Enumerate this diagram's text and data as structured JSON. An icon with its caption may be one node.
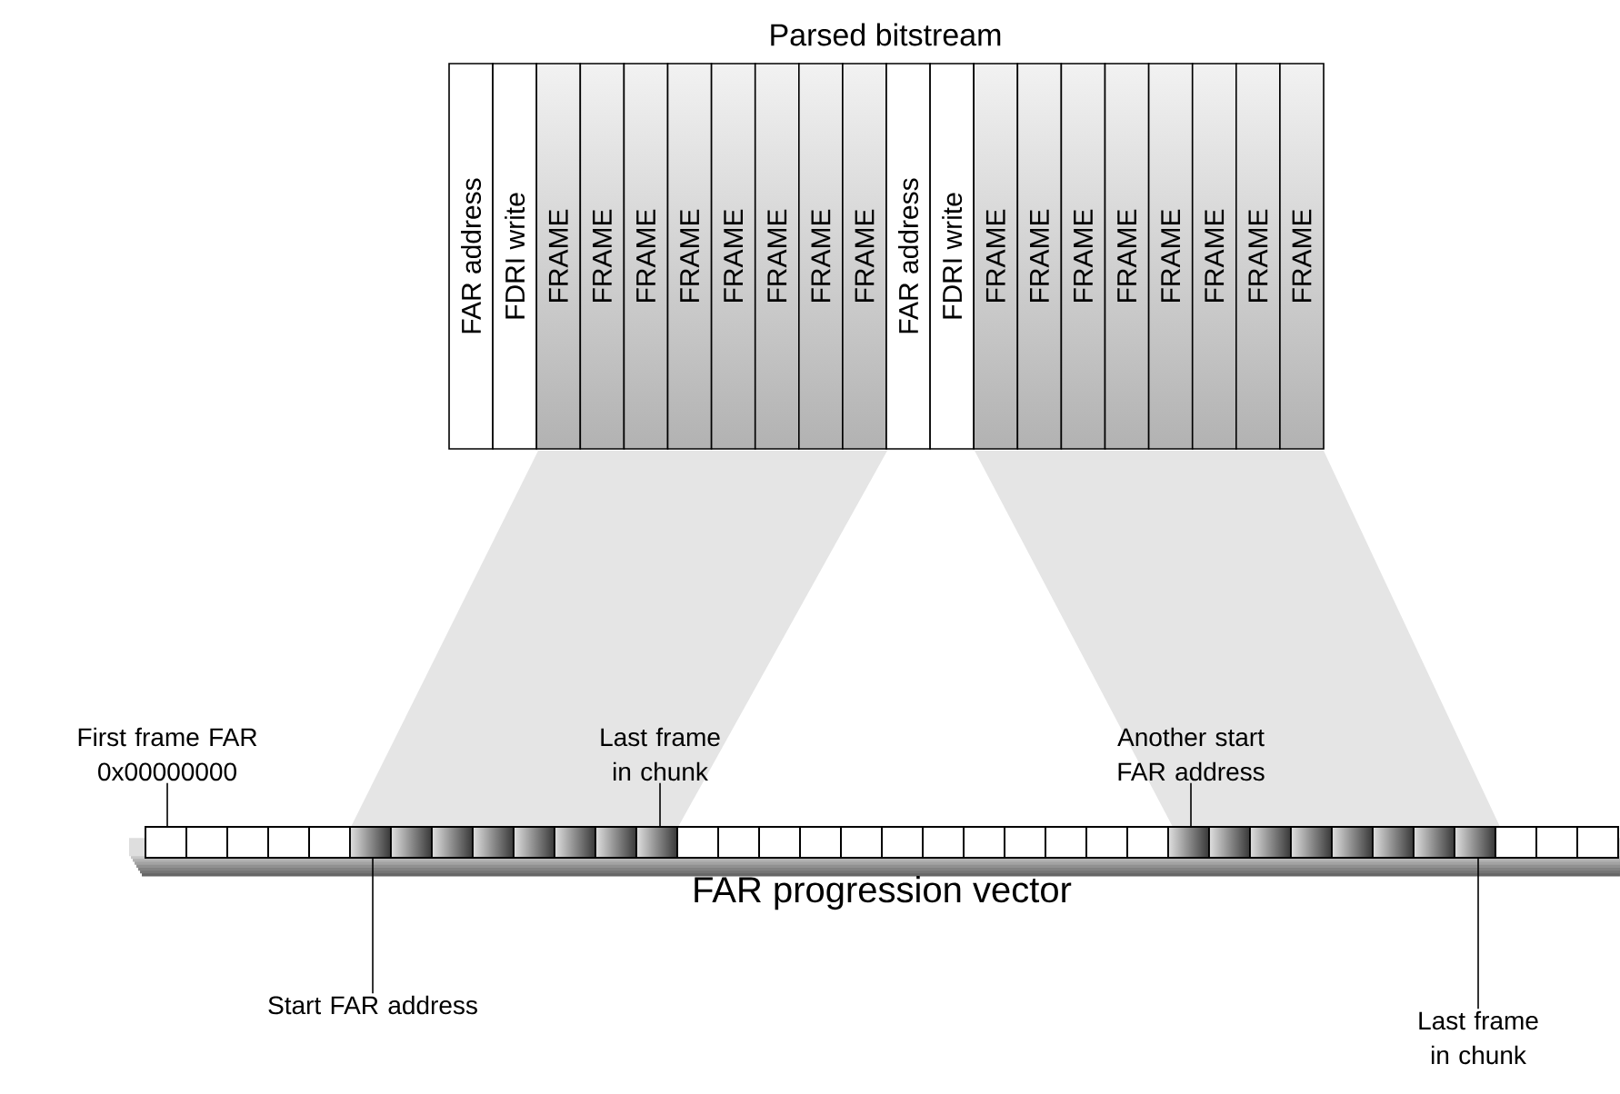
{
  "diagram": {
    "title": "Parsed bitstream",
    "nodes": [
      {
        "text": [
          "FAR address"
        ]
      },
      {
        "text": [
          "FDRI write"
        ]
      },
      {
        "text": [
          "FRAME"
        ]
      },
      {
        "text": [
          "FRAME"
        ]
      },
      {
        "text": [
          "FRAME"
        ]
      },
      {
        "text": [
          "FRAME"
        ]
      },
      {
        "text": [
          "FRAME"
        ]
      },
      {
        "text": [
          "FRAME"
        ]
      },
      {
        "text": [
          "FRAME"
        ]
      },
      {
        "text": [
          "FRAME"
        ]
      },
      {
        "text": [
          "FAR address"
        ]
      },
      {
        "text": [
          "FDRI write"
        ]
      },
      {
        "text": [
          "FRAME"
        ]
      },
      {
        "text": [
          "FRAME"
        ]
      },
      {
        "text": [
          "FRAME"
        ]
      },
      {
        "text": [
          "FRAME"
        ]
      },
      {
        "text": [
          "FRAME"
        ]
      },
      {
        "text": [
          "FRAME"
        ]
      },
      {
        "text": [
          "FRAME"
        ]
      },
      {
        "text": [
          "FRAME"
        ]
      },
      {
        "text": [
          "FAR progression vector"
        ]
      },
      {
        "text": [
          "First frame FAR 0x00000000"
        ]
      },
      {
        "text": [
          "Last frame in chunk"
        ]
      },
      {
        "text": [
          "Another start FAR address"
        ]
      },
      {
        "text": [
          "Start FAR address"
        ]
      },
      {
        "text": [
          "Last frame in chunk"
        ]
      }
    ],
    "edges": [
      {
        "from": 21,
        "to": 20,
        "arrow": "none"
      },
      {
        "from": 22,
        "to": 20,
        "arrow": "none"
      },
      {
        "from": 23,
        "to": 20,
        "arrow": "none"
      },
      {
        "from": 24,
        "to": 20,
        "arrow": "none"
      },
      {
        "from": 25,
        "to": 20,
        "arrow": "none"
      }
    ]
  }
}
